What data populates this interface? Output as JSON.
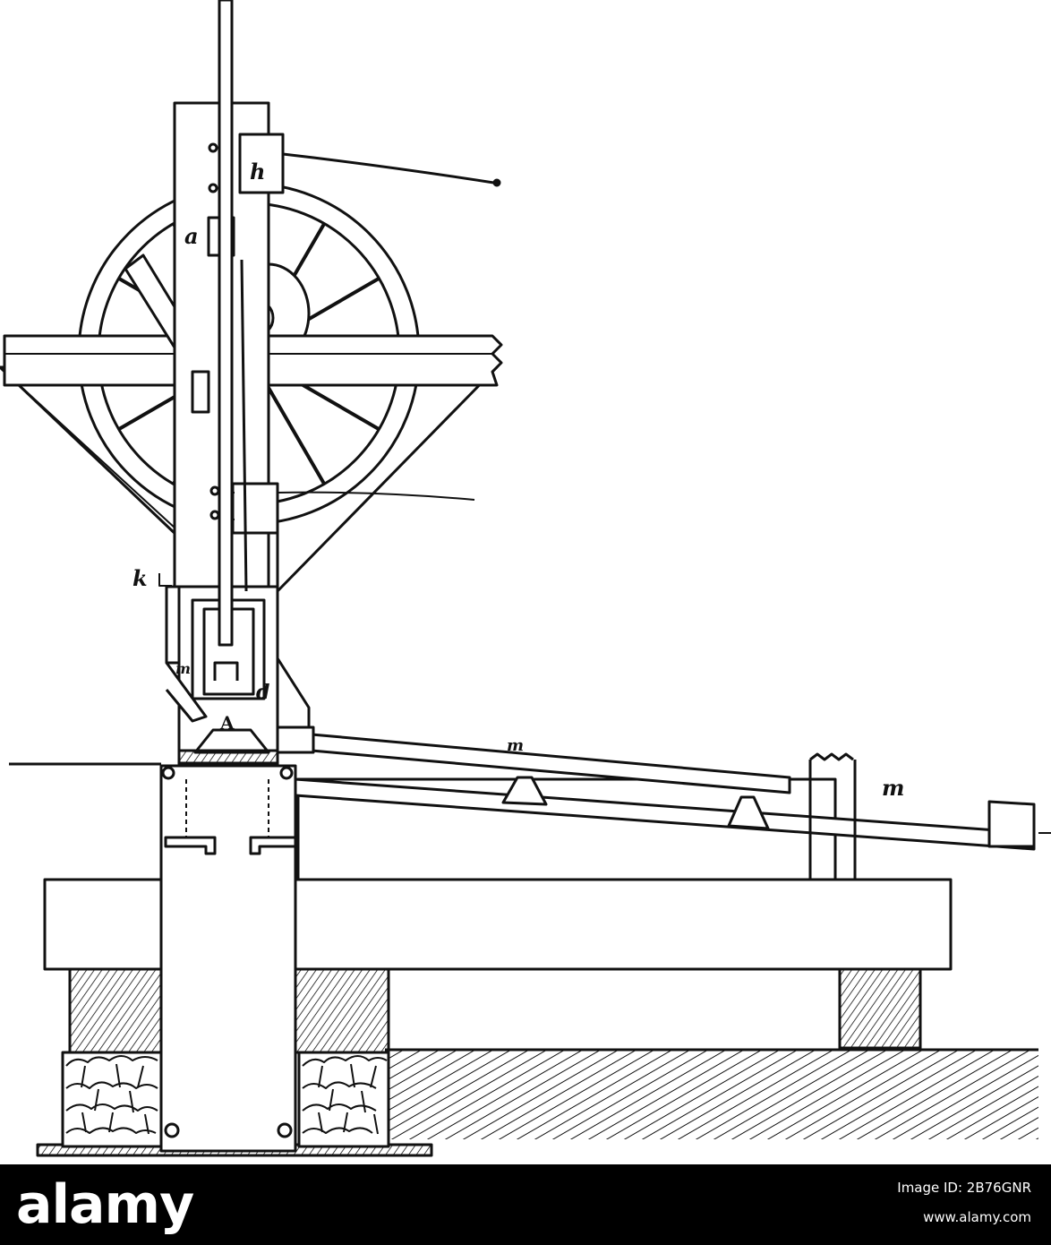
{
  "labels": {
    "h": "h",
    "a": "a",
    "k": "k",
    "m_left": "m",
    "d": "d",
    "A": "A",
    "m_trough_1": "m",
    "m_trough_2": "m"
  },
  "watermark": {
    "brand": "alamy",
    "image_id": "Image ID: 2B76GNR",
    "url": "www.alamy.com"
  },
  "colors": {
    "ink": "#111111",
    "paper": "#ffffff",
    "banner": "#000000"
  }
}
